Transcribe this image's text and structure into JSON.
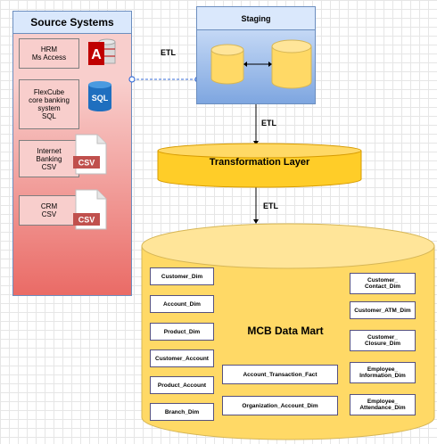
{
  "source_systems": {
    "title": "Source Systems",
    "items": [
      {
        "label_1": "HRM",
        "label_2": "Ms Access",
        "icon": "access-icon"
      },
      {
        "label_1": "FlexCube",
        "label_2": "core banking",
        "label_3": "system",
        "label_4": "SQL",
        "icon_text": "SQL"
      },
      {
        "label_1": "Internet",
        "label_2": "Banking",
        "label_3": "CSV",
        "icon_text": "CSV"
      },
      {
        "label_1": "CRM",
        "label_2": "CSV",
        "icon_text": "CSV"
      }
    ]
  },
  "staging": {
    "title": "Staging"
  },
  "etl_labels": [
    "ETL",
    "ETL",
    "ETL"
  ],
  "transformation": {
    "title": "Transformation Layer"
  },
  "data_mart": {
    "title": "MCB Data Mart",
    "left_column": [
      "Customer_Dim",
      "Account_Dim",
      "Product_Dim",
      "Customer_Account",
      "Product_Account",
      "Branch_Dim"
    ],
    "center_column": [
      "Account_Transaction_Fact",
      "Organization_Account_Dim"
    ],
    "right_column": [
      {
        "l1": "Customer_",
        "l2": "Contact_Dim"
      },
      {
        "l1": "Customer_ATM_Dim",
        "l2": ""
      },
      {
        "l1": "Customer_",
        "l2": "Closure_Dim"
      },
      {
        "l1": "Employee_",
        "l2": "Information_Dim"
      },
      {
        "l1": "Employee_",
        "l2": "Attendance_Dim"
      }
    ]
  },
  "colors": {
    "source_fill_top": "#f8cecc",
    "source_fill_bottom": "#ea6b66",
    "header_fill": "#dae8fc",
    "cylinder_fill": "#ffd966",
    "transformation_fill": "#ffcd28",
    "dim_border": "#56517e"
  }
}
